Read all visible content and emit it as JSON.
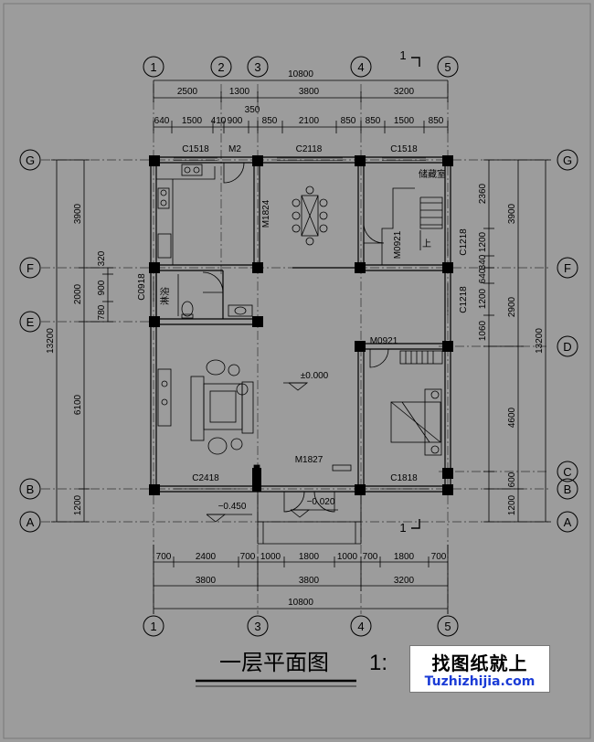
{
  "title": "一层平面图",
  "scale_fragment": "1:",
  "watermark": {
    "line1": "找图纸就上",
    "line2": "Tuzhizhijia.com"
  },
  "axes_top": [
    "1",
    "2",
    "3",
    "4",
    "5"
  ],
  "axes_bottom": [
    "1",
    "3",
    "4",
    "5"
  ],
  "axes_rows": [
    "G",
    "F",
    "E",
    "D",
    "C",
    "B",
    "A"
  ],
  "dims_top": {
    "total": "10800",
    "row2": [
      "2500",
      "1300",
      "3800",
      "3200"
    ],
    "row2_extra": "350",
    "row3": [
      "640",
      "1500",
      "410",
      "900",
      "850",
      "2100",
      "850",
      "850",
      "1500",
      "850"
    ]
  },
  "dims_bottom": {
    "row1": [
      "700",
      "2400",
      "700",
      "1000",
      "1800",
      "1000",
      "700",
      "1800",
      "700"
    ],
    "row2": [
      "3800",
      "3800",
      "3200"
    ],
    "total": "10800"
  },
  "dims_left": {
    "total": "13200",
    "outer": [
      "3900",
      "2000",
      "6100",
      "1200"
    ],
    "inner": [
      "320",
      "900",
      "780"
    ],
    "window": "C0918"
  },
  "dims_right": {
    "total": "13200",
    "outer": [
      "3900",
      "2900",
      "4600",
      "1200"
    ],
    "inner": [
      "2360",
      "1200",
      "340",
      "640",
      "1200",
      "1060",
      "600"
    ],
    "windows": [
      "C1218",
      "C1218"
    ]
  },
  "labels": {
    "windows": [
      "C1518",
      "C2118",
      "C1518",
      "C2418",
      "C1818"
    ],
    "doors": [
      "M2",
      "M1824",
      "M0921",
      "M0921",
      "M1827"
    ],
    "storage": "储藏室",
    "shower": "淋浴",
    "elev_main": "±0.000",
    "elev_porch": "−0.020",
    "elev_step": "−0.450",
    "stair_up": "上",
    "section": "1",
    "section2": "1"
  }
}
